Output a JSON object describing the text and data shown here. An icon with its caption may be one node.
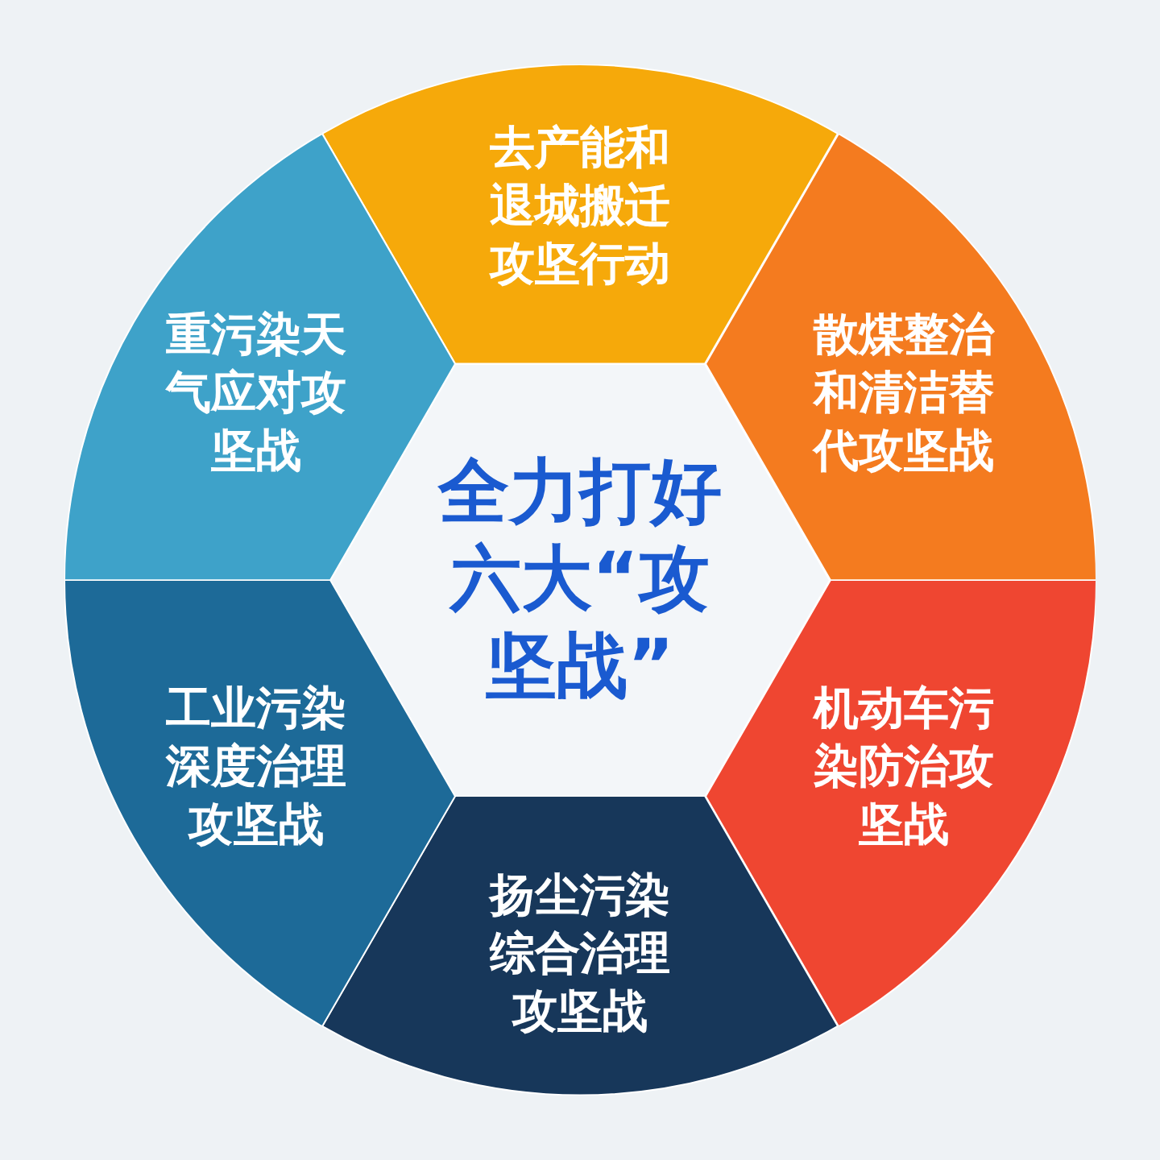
{
  "diagram": {
    "nodes": [
      {
        "text": [
          "全力打好六大“攻坚战”"
        ]
      },
      {
        "text": [
          "去产能和退城搬迁攻坚行动"
        ]
      },
      {
        "text": [
          "散煤整治和清洁替代攻坚战"
        ]
      },
      {
        "text": [
          "机动车污染防治攻坚战"
        ]
      },
      {
        "text": [
          "扬尘污染综合治理攻坚战"
        ]
      },
      {
        "text": [
          "工业污染深度治理攻坚战"
        ]
      },
      {
        "text": [
          "重污染天气应对攻坚战"
        ]
      }
    ]
  }
}
